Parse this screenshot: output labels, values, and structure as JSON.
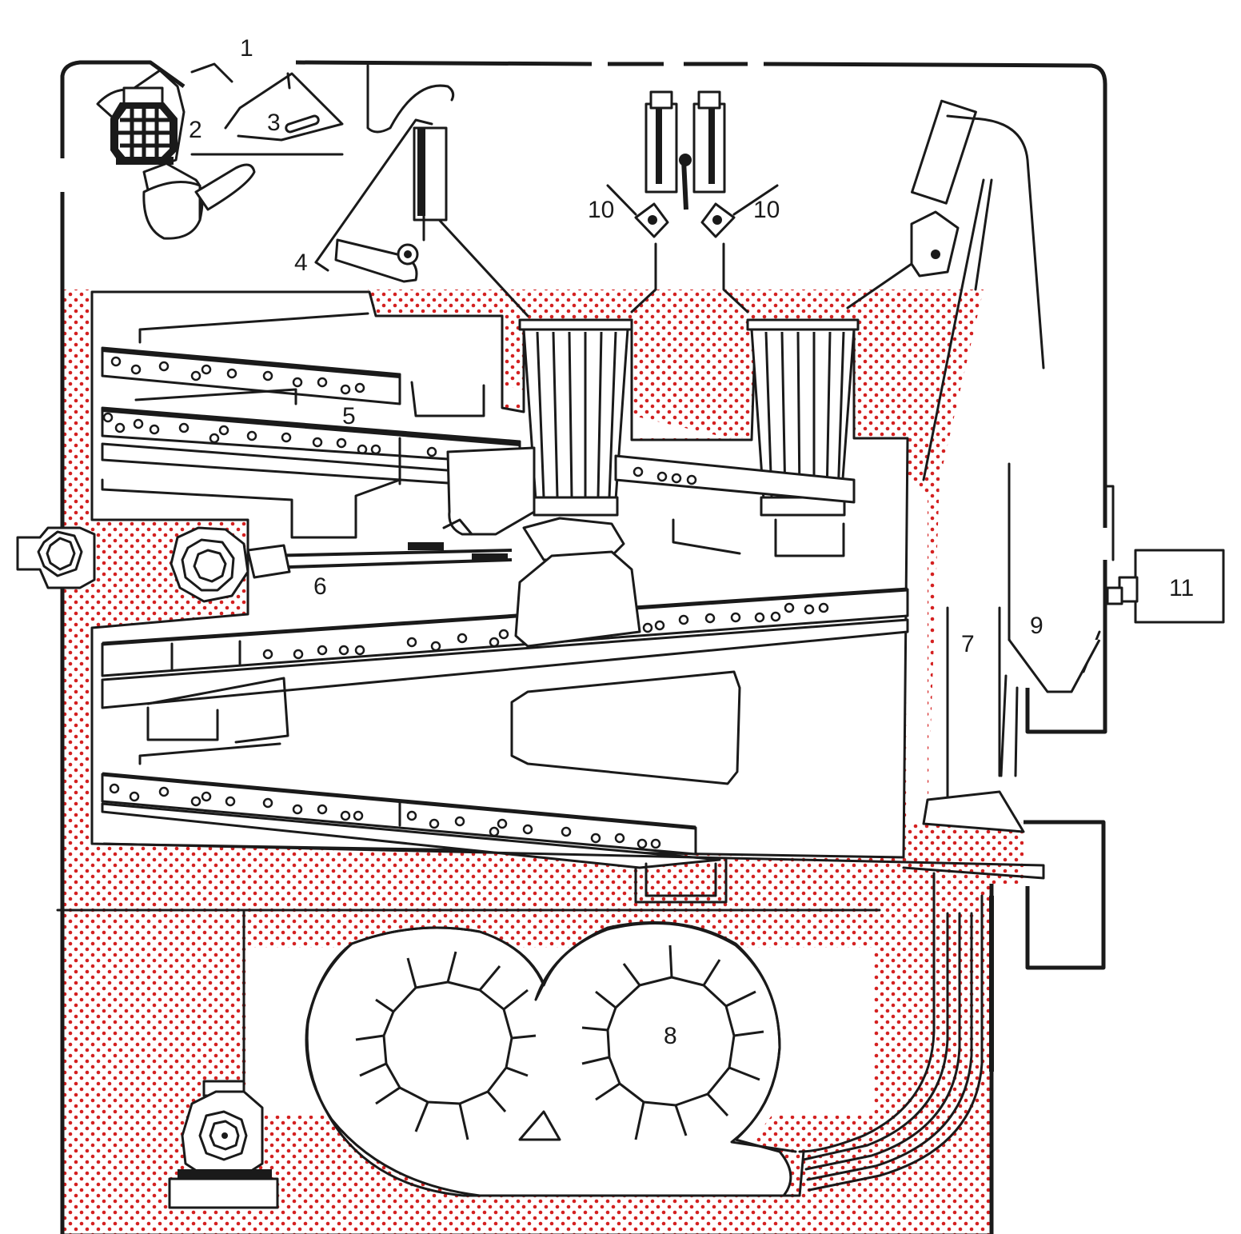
{
  "diagram": {
    "labels": [
      "1",
      "2",
      "3",
      "4",
      "5",
      "6",
      "7",
      "8",
      "9",
      "10",
      "10",
      "11"
    ]
  },
  "colors": {
    "outline": "#1a1a1a",
    "background": "#ffffff",
    "stipple": "#d42020"
  },
  "icons": [
    "fan-motor-icon",
    "drive-motor-icon",
    "filter-cartridge-icon",
    "sieve-deck-icon",
    "cyclone-icon"
  ]
}
